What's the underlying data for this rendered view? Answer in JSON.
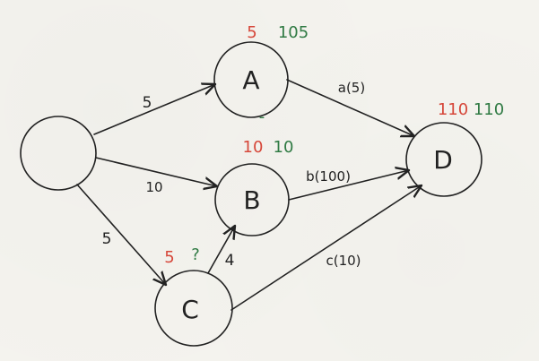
{
  "colors": {
    "ink": "#222222",
    "red": "#d6473a",
    "green": "#2f7a43",
    "background": "#f4f3ee"
  },
  "nodes": {
    "source": {
      "label": ""
    },
    "a": {
      "label": "A"
    },
    "b": {
      "label": "B"
    },
    "c": {
      "label": "C"
    },
    "d": {
      "label": "D"
    }
  },
  "edges": {
    "source_a": {
      "label": "5"
    },
    "source_b": {
      "label": "10"
    },
    "source_c": {
      "label": "5"
    },
    "c_b": {
      "label": "4"
    },
    "a_d": {
      "label": "a(5)"
    },
    "b_d": {
      "label": "b(100)"
    },
    "c_d": {
      "label": "c(10)"
    }
  },
  "annotations": {
    "a_red": "5",
    "a_green": "105",
    "a_dash": "-",
    "b_red": "10",
    "b_green": "10",
    "c_red": "5",
    "c_green": "?",
    "d_red": "110",
    "d_green": "110"
  }
}
